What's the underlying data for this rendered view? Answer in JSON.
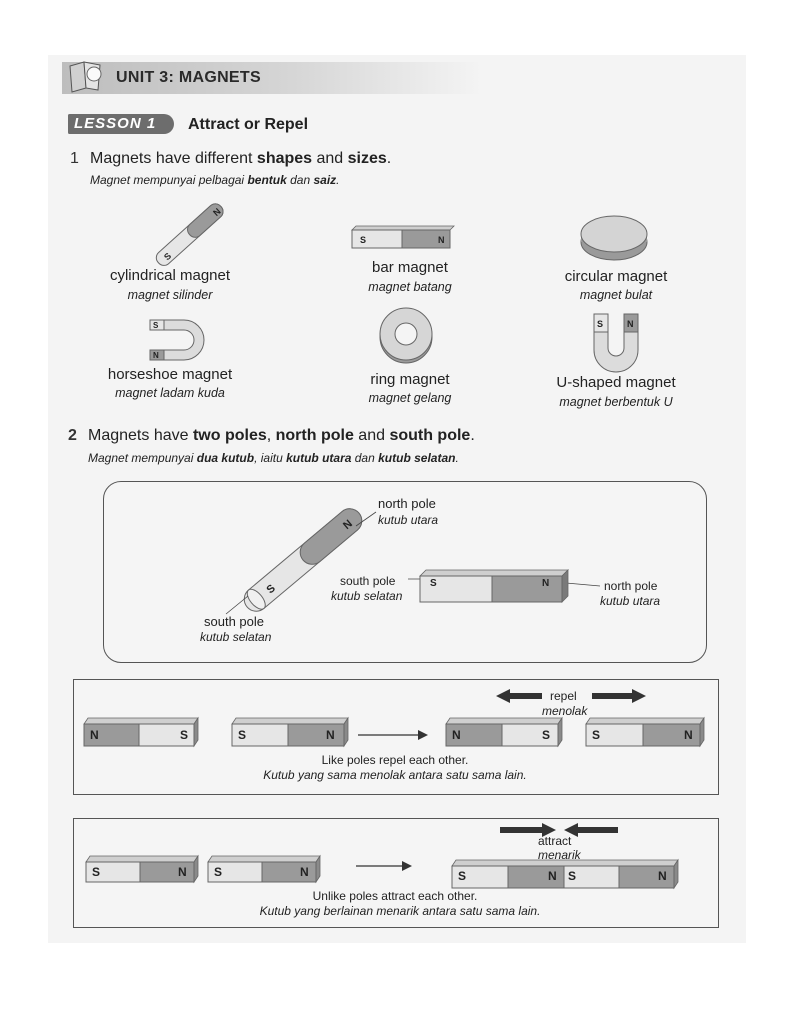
{
  "header": {
    "unit_title": "UNIT 3: MAGNETS",
    "lesson_badge": "LESSON 1",
    "lesson_title": "Attract or Repel"
  },
  "question1": {
    "number": "1",
    "text_parts": [
      "Magnets have different ",
      "shapes",
      " and ",
      "sizes",
      "."
    ],
    "malay_parts": [
      "Magnet mempunyai pelbagai ",
      "bentuk",
      " dan ",
      "saiz",
      "."
    ],
    "magnets": [
      {
        "en": "cylindrical magnet",
        "my": "magnet silinder"
      },
      {
        "en": "bar magnet",
        "my": "magnet batang"
      },
      {
        "en": "circular magnet",
        "my": "magnet bulat"
      },
      {
        "en": "horseshoe magnet",
        "my": "magnet ladam kuda"
      },
      {
        "en": "ring magnet",
        "my": "magnet gelang"
      },
      {
        "en": "U-shaped magnet",
        "my": "magnet berbentuk U"
      }
    ]
  },
  "question2": {
    "number": "2",
    "text_parts": [
      "Magnets have ",
      "two poles",
      ", ",
      "north pole",
      " and ",
      "south pole",
      "."
    ],
    "malay_parts": [
      "Magnet mempunyai ",
      "dua kutub",
      ", iaitu ",
      "kutub utara",
      " dan ",
      "kutub selatan",
      "."
    ],
    "poles": {
      "north_en": "north pole",
      "north_my": "kutub utara",
      "south_en": "south pole",
      "south_my": "kutub selatan",
      "bar_south_en": "south pole",
      "bar_south_my": "kutub selatan",
      "bar_north_en": "north pole",
      "bar_north_my": "kutub utara"
    },
    "repel": {
      "arrow_en": "repel",
      "arrow_my": "menolak",
      "caption_en": "Like poles repel each other.",
      "caption_my": "Kutub yang sama menolak antara satu sama lain."
    },
    "attract": {
      "arrow_en": "attract",
      "arrow_my": "menarik",
      "caption_en": "Unlike poles attract each other.",
      "caption_my": "Kutub yang berlainan menarik antara satu sama lain."
    }
  },
  "pole_letters": {
    "north": "N",
    "south": "S"
  },
  "colors": {
    "north_shade": "#9a9a9a",
    "south_shade": "#e6e6e6",
    "page": "#f4f4f4"
  }
}
